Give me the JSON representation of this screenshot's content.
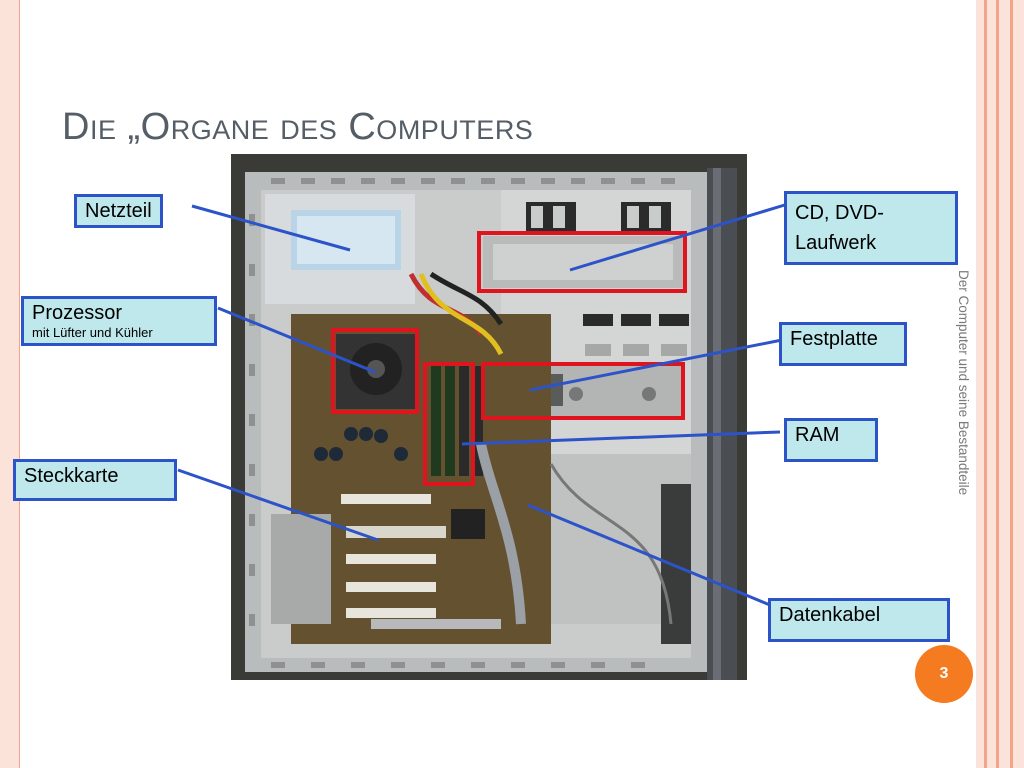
{
  "title": "Die „Organe des Computers",
  "side_caption": "Der Computer und seine Bestandteile",
  "page_number": "3",
  "labels": {
    "netzteil": "Netzteil",
    "prozessor": "Prozessor",
    "prozessor_sub": "mit Lüfter und Kühler",
    "steckkarte": "Steckkarte",
    "laufwerk_1": "CD, DVD-",
    "laufwerk_2": "Laufwerk",
    "festplatte": "Festplatte",
    "ram": "RAM",
    "datenkabel": "Datenkabel"
  },
  "colors": {
    "label_border": "#2d53c9",
    "label_fill": "#bfe8ec",
    "highlight_box": "#e0141e",
    "accent": "#f47b20",
    "frame": "#fbe3da"
  }
}
